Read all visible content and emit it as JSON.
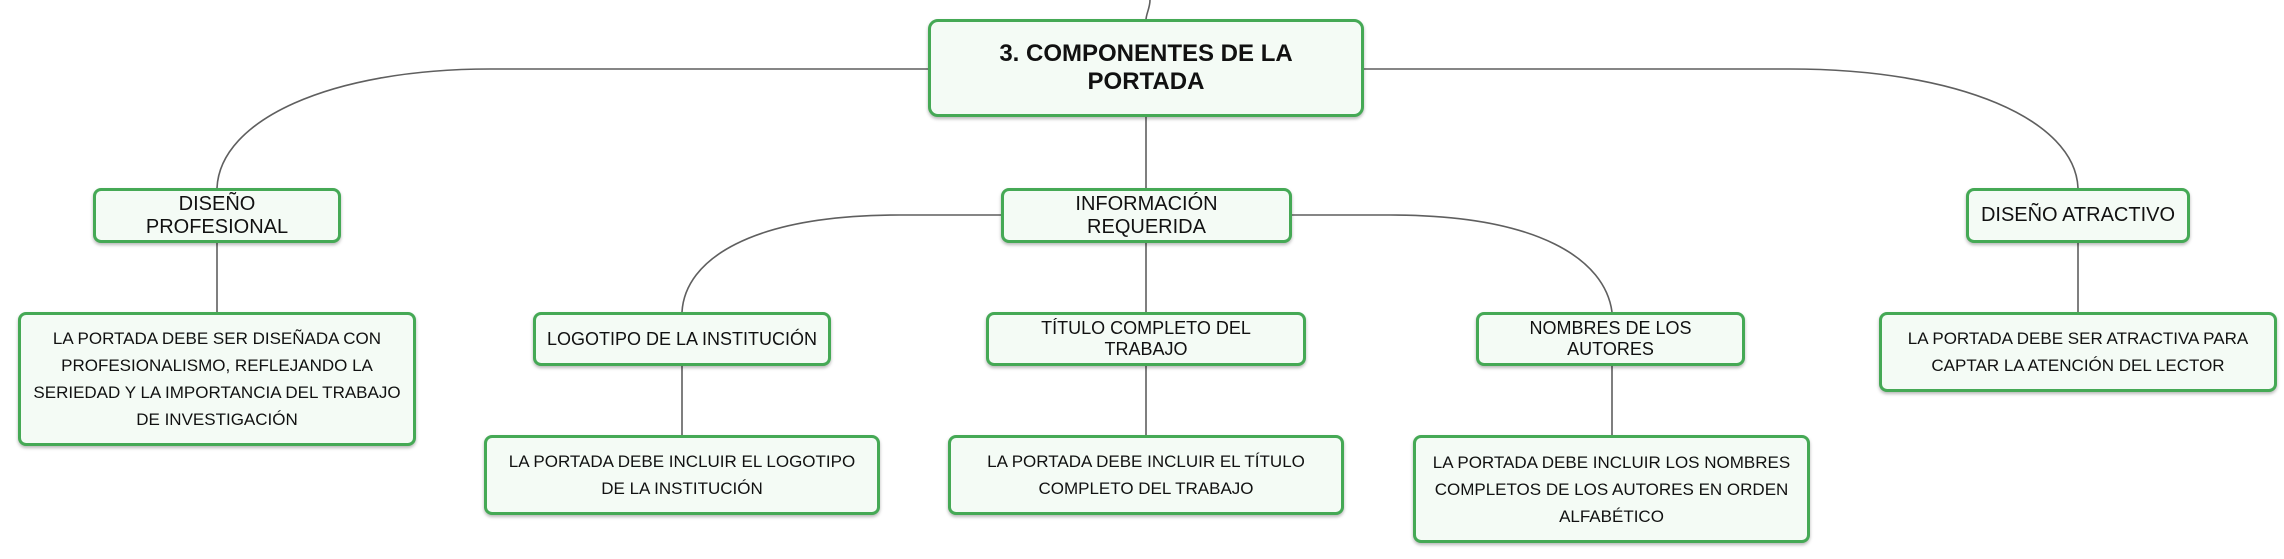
{
  "root": {
    "label": "3. COMPONENTES DE LA PORTADA"
  },
  "branches": {
    "diseno_profesional": {
      "label": "DISEÑO PROFESIONAL",
      "detail": "LA PORTADA DEBE SER DISEÑADA CON PROFESIONALISMO, REFLEJANDO LA SERIEDAD Y LA IMPORTANCIA DEL TRABAJO DE INVESTIGACIÓN"
    },
    "informacion_requerida": {
      "label": "INFORMACIÓN REQUERIDA",
      "children": {
        "logotipo": {
          "label": "LOGOTIPO DE LA INSTITUCIÓN",
          "detail": "LA PORTADA DEBE INCLUIR EL LOGOTIPO DE LA INSTITUCIÓN"
        },
        "titulo": {
          "label": "TÍTULO COMPLETO DEL TRABAJO",
          "detail": "LA PORTADA DEBE INCLUIR EL TÍTULO COMPLETO DEL TRABAJO"
        },
        "autores": {
          "label": "NOMBRES DE LOS AUTORES",
          "detail": "LA PORTADA DEBE INCLUIR LOS NOMBRES COMPLETOS DE LOS AUTORES EN ORDEN ALFABÉTICO"
        }
      }
    },
    "diseno_atractivo": {
      "label": "DISEÑO ATRACTIVO",
      "detail": "LA PORTADA DEBE SER ATRACTIVA PARA CAPTAR LA ATENCIÓN DEL LECTOR"
    }
  },
  "colors": {
    "border": "#45a955",
    "fill": "#f4fbf5",
    "connector": "#5f5f5f"
  }
}
